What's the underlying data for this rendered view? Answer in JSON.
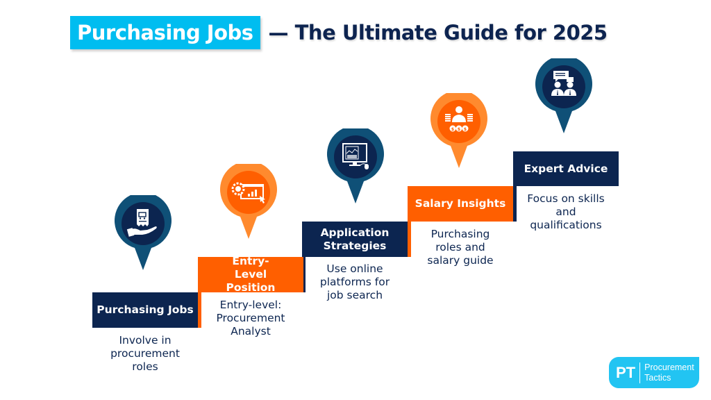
{
  "title": {
    "highlight": "Purchasing Jobs",
    "rest": "— The Ultimate Guide for 2025"
  },
  "colors": {
    "navy": "#0c2550",
    "navy_ring": "#0f5077",
    "orange": "#ff5f00",
    "orange_ring": "#ff8a2e",
    "cyan": "#00bdf0"
  },
  "steps": [
    {
      "label": "Purchasing Jobs",
      "description": "Involve in procurement roles",
      "color": "navy",
      "icon": "cart-receipt-hand-icon"
    },
    {
      "label": "Entry-Level Position",
      "description": "Entry-level: Procurement Analyst",
      "color": "orange",
      "icon": "gear-dashboard-icon"
    },
    {
      "label": "Application Strategies",
      "description": "Use online platforms for job search",
      "color": "navy",
      "icon": "computer-monitor-icon"
    },
    {
      "label": "Salary Insights",
      "description": "Purchasing roles and salary guide",
      "color": "orange",
      "icon": "person-salary-icon"
    },
    {
      "label": "Expert Advice",
      "description": "Focus on skills and qualifications",
      "color": "navy",
      "icon": "consultation-chat-icon"
    }
  ],
  "logo": {
    "initials": "PT",
    "line1": "Procurement",
    "line2": "Tactics"
  }
}
